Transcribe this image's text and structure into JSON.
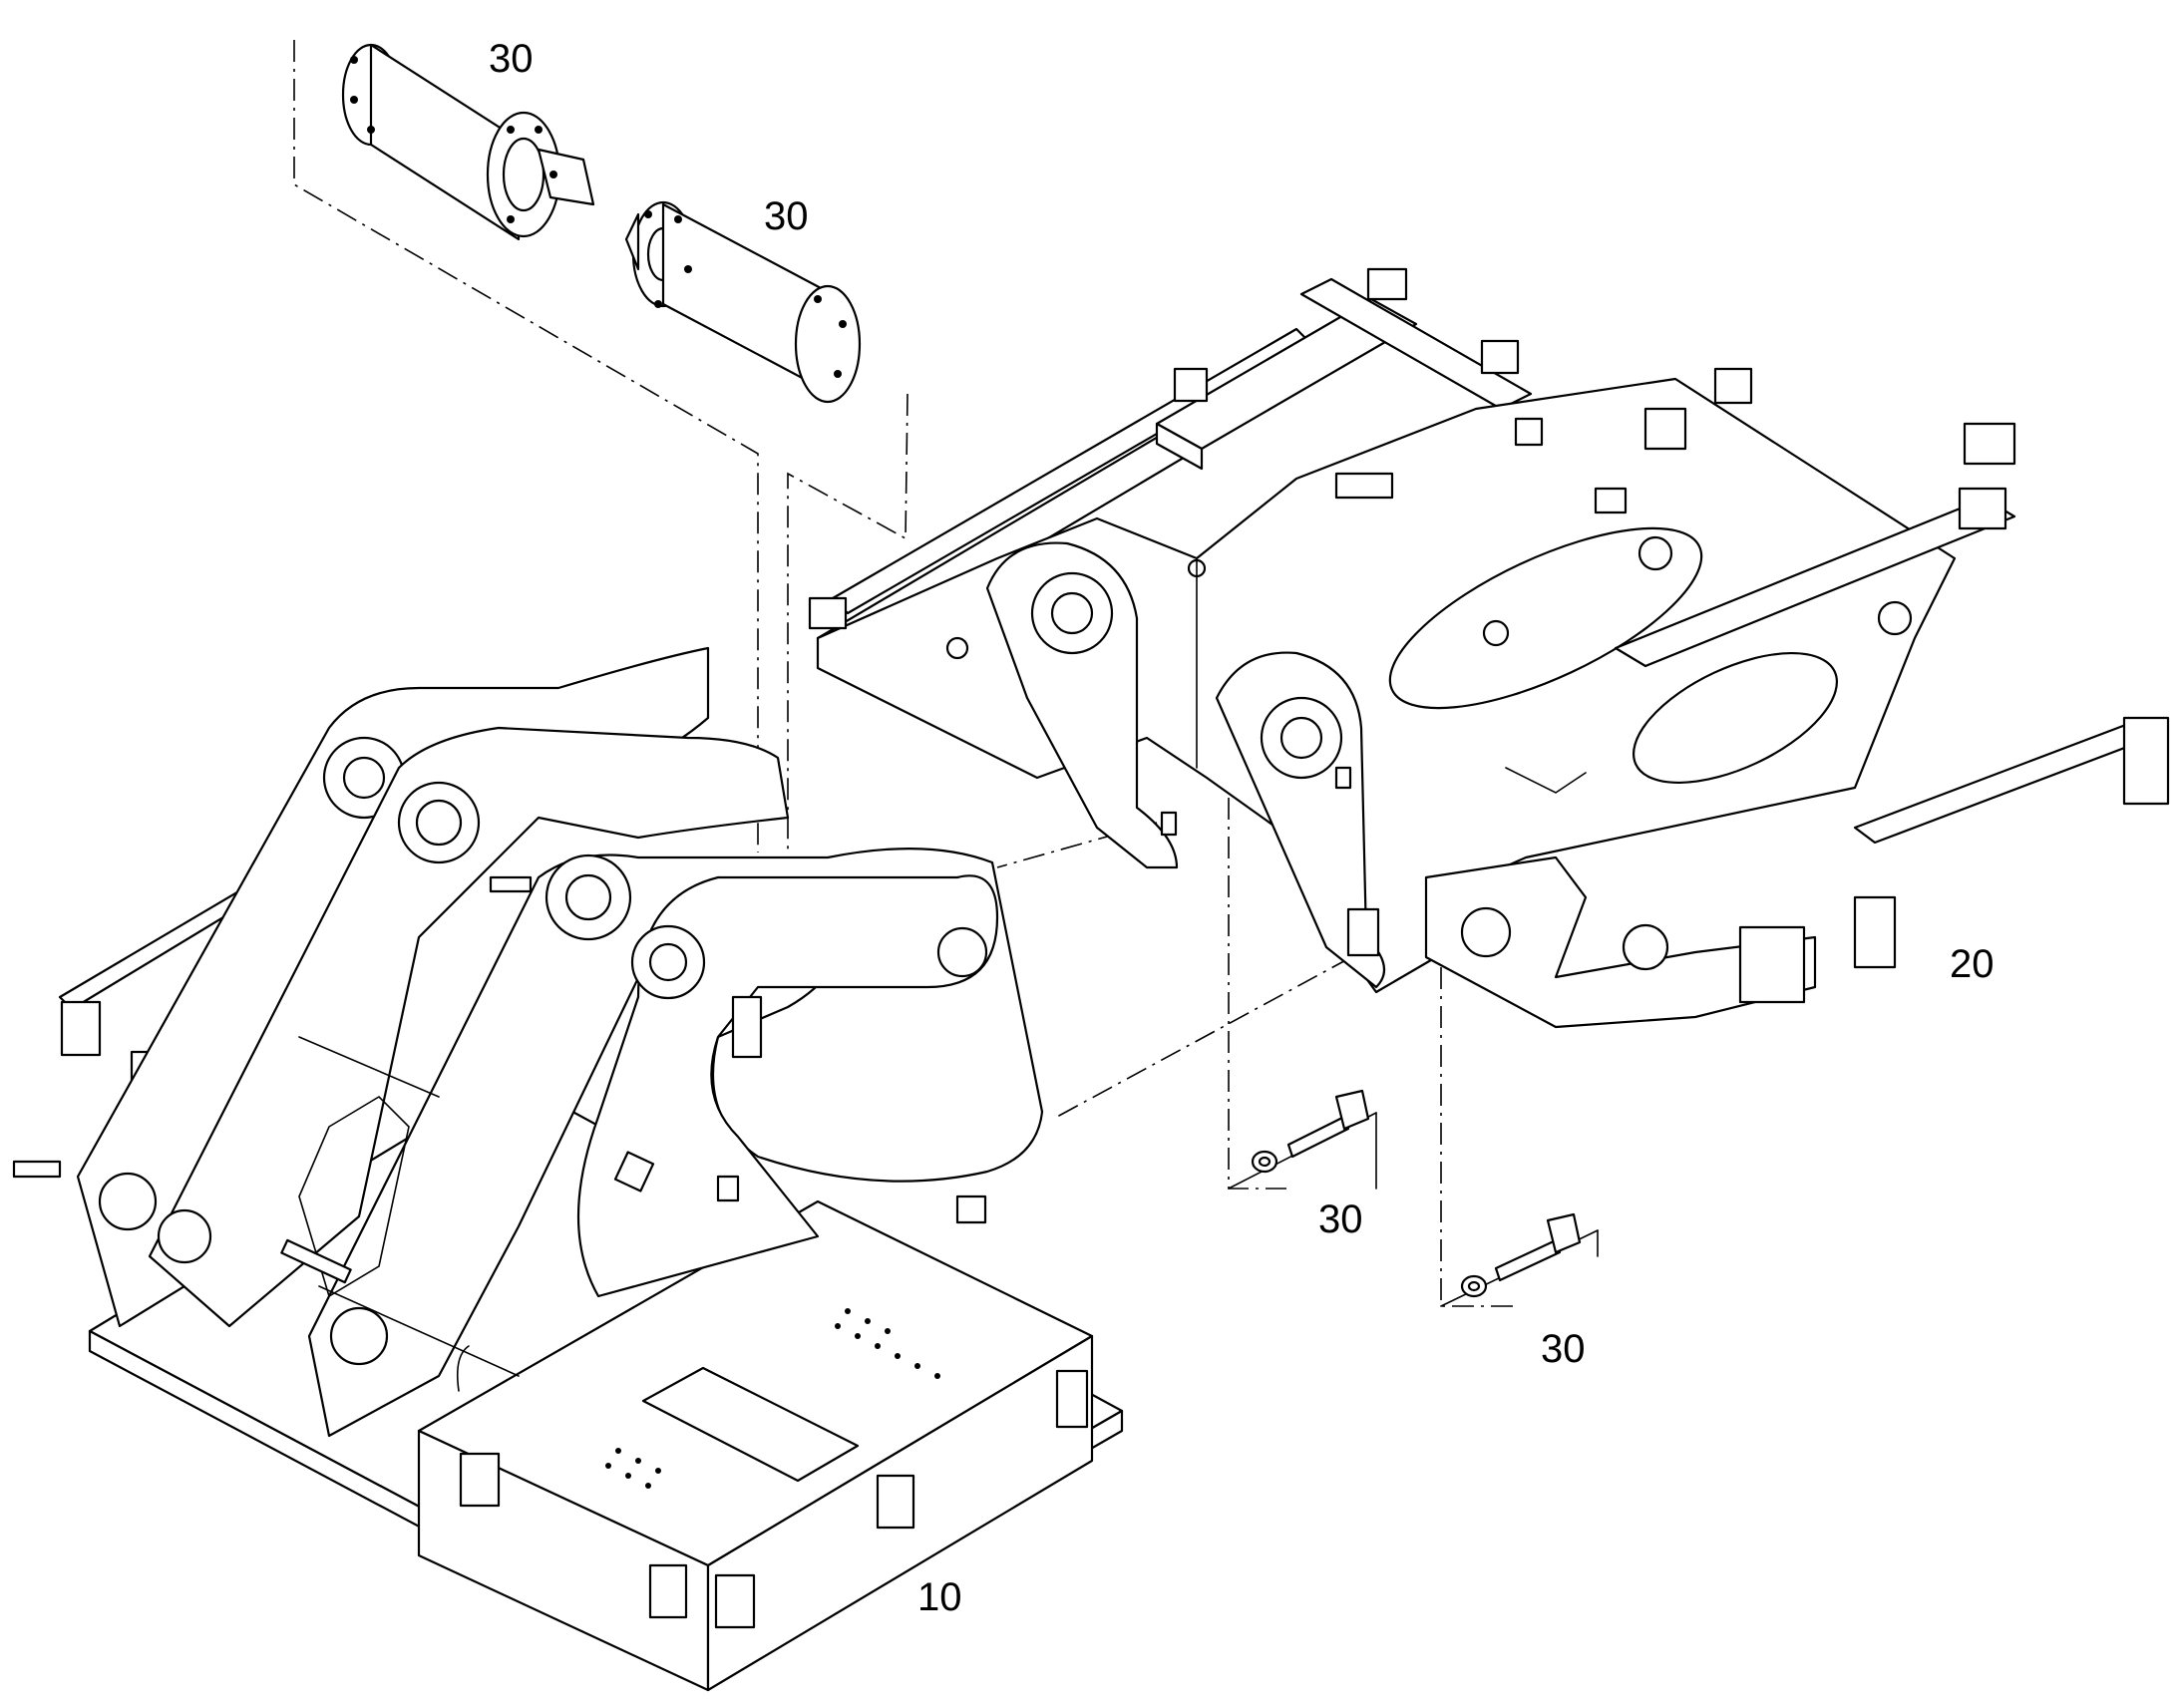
{
  "callouts": {
    "shaft_upper": "30",
    "shaft_lower": "30",
    "base_frame": "10",
    "upper_frame": "20",
    "bolt_left": "30",
    "bolt_right": "30"
  }
}
